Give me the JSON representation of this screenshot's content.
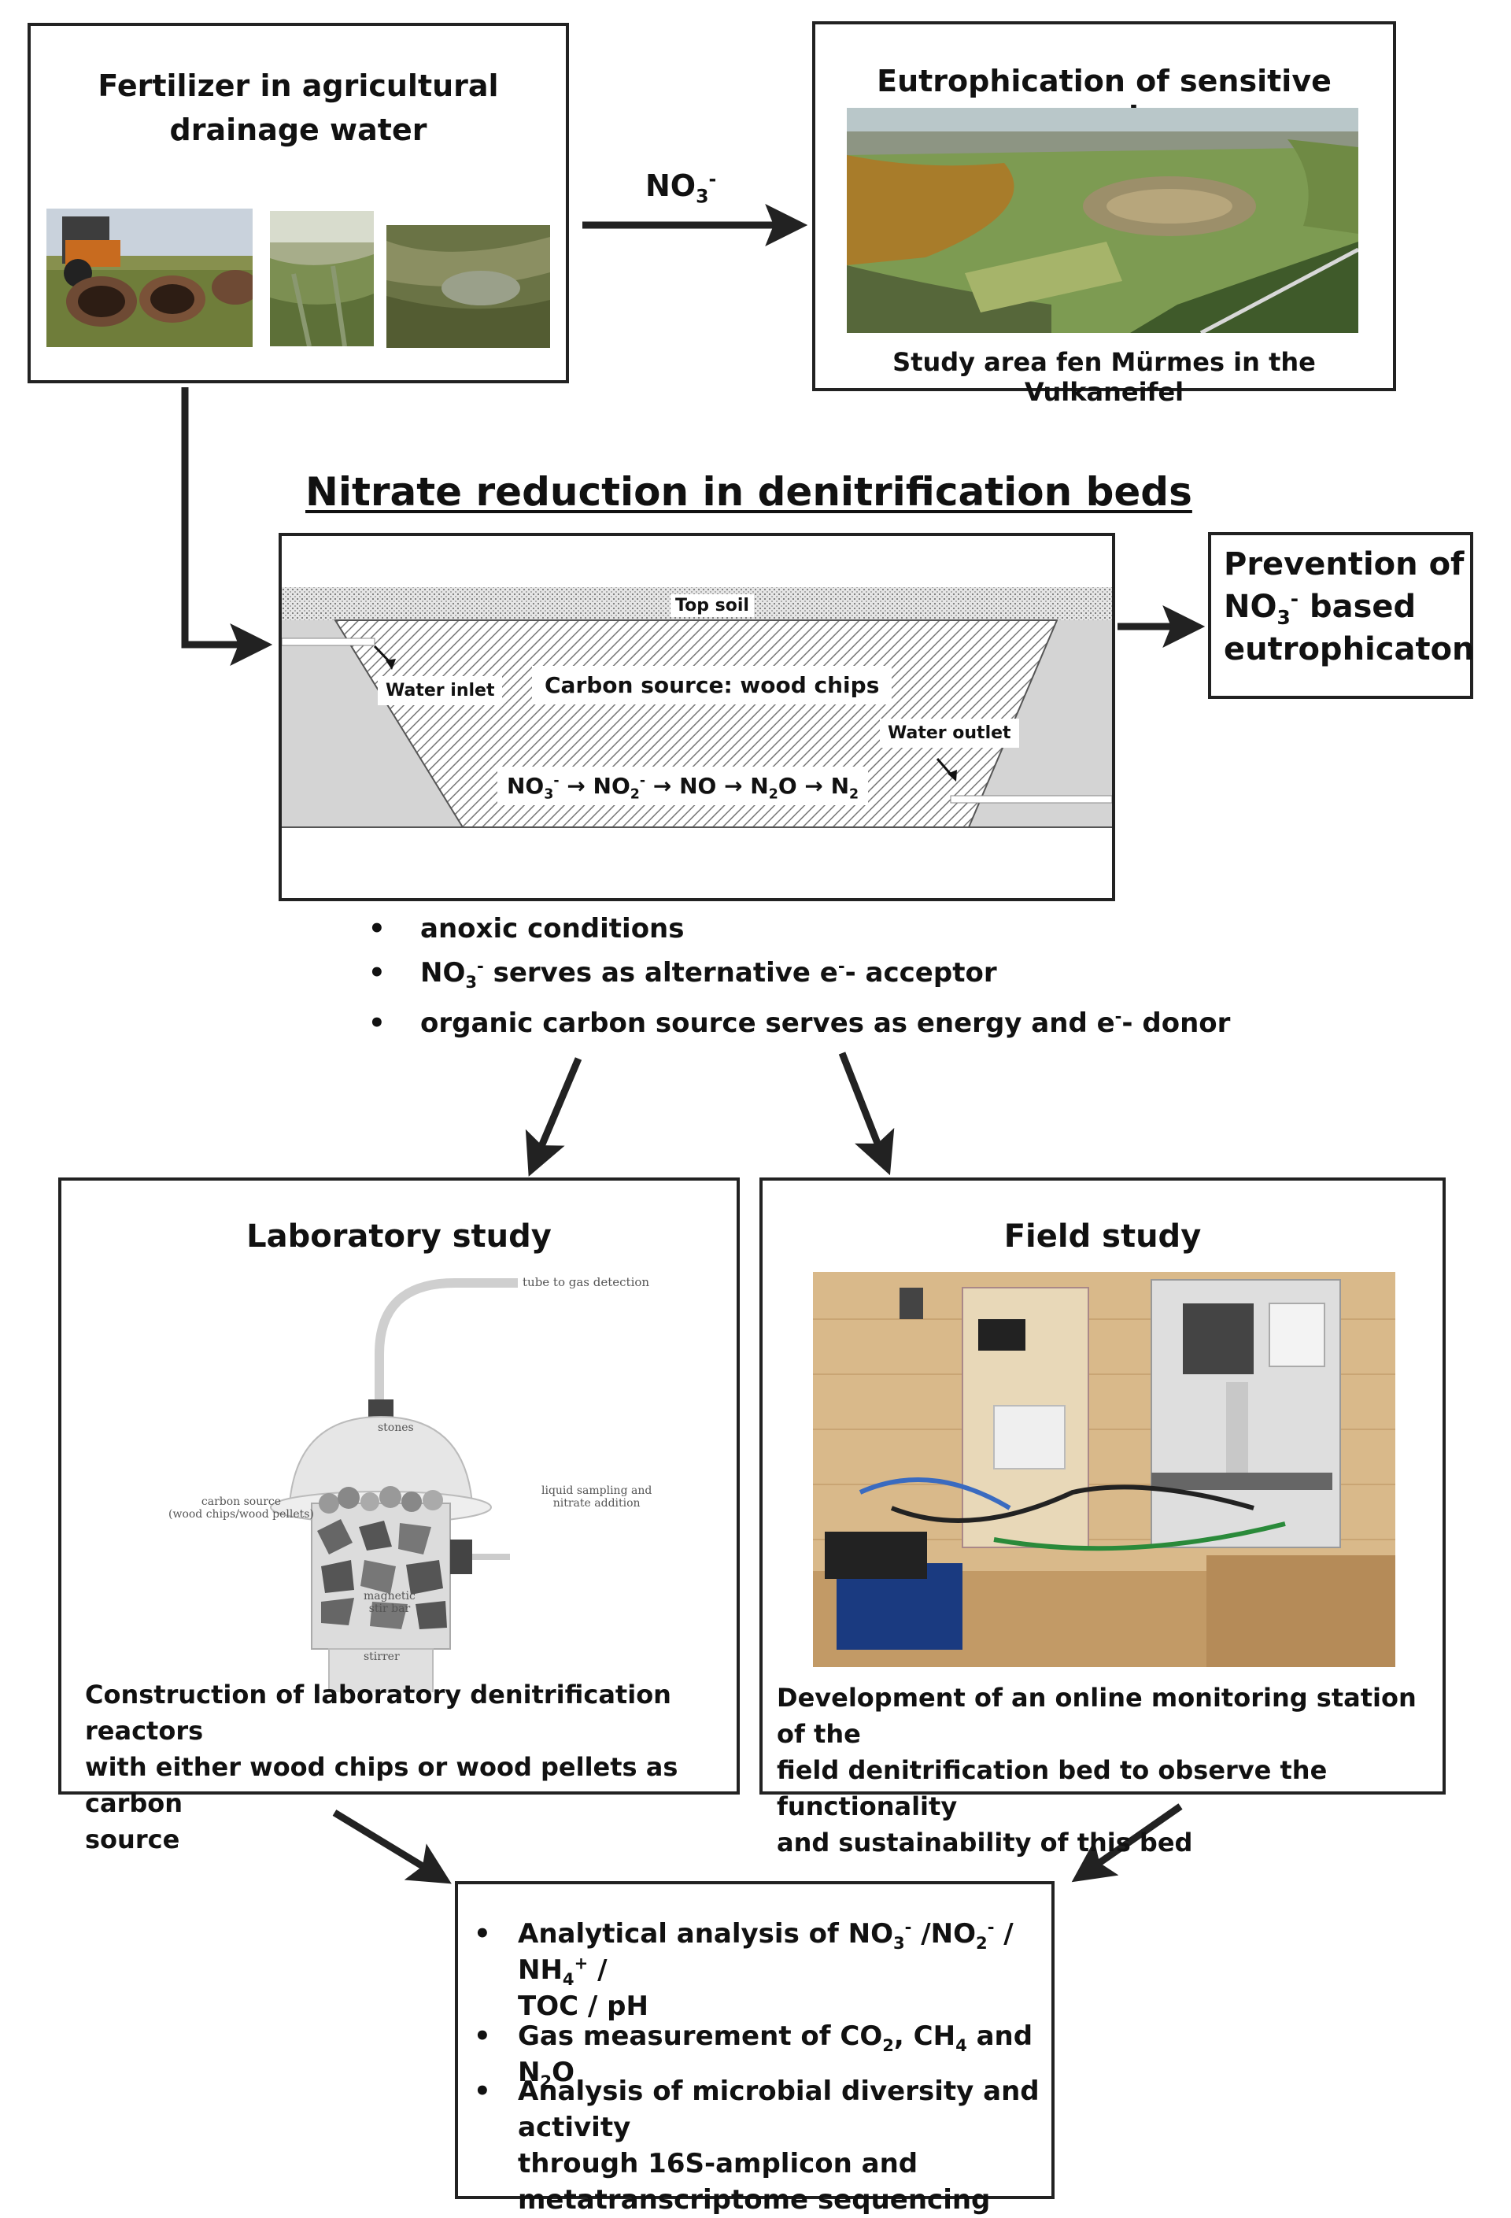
{
  "top_left": {
    "title_line1": "Fertilizer in agricultural",
    "title_line2": "drainage water"
  },
  "arrow_label": {
    "main": "NO",
    "sub": "3",
    "sup": "-"
  },
  "top_right": {
    "title": "Eutrophication of sensitive ecosystem",
    "caption": "Study area fen Mürmes in the Vulkaneifel"
  },
  "section_title": "Nitrate reduction in denitrification beds",
  "bed": {
    "top_soil": "Top soil",
    "water_inlet": "Water inlet",
    "carbon_source": "Carbon source: wood chips",
    "water_outlet": "Water outlet",
    "reaction": {
      "t1": "NO",
      "s1": "3",
      "u1": "-",
      "a1": "→",
      "t2": "NO",
      "s2": "2",
      "u2": "-",
      "a2": "→",
      "t3": "NO",
      "a3": "→",
      "t4": "N",
      "s4": "2",
      "t4b": "O",
      "a4": "→",
      "t5": "N",
      "s5": "2"
    }
  },
  "prevention": {
    "line1": "Prevention of",
    "line2_main": "NO",
    "line2_sub": "3",
    "line2_sup": "-",
    "line2_rest": " based",
    "line3": "eutrophicaton"
  },
  "conditions": {
    "b1": "anoxic conditions",
    "b2": {
      "main": "NO",
      "sub": "3",
      "sup": "-",
      "rest": " serves as alternative e",
      "sup2": "-",
      "rest2": "- acceptor"
    },
    "b3": {
      "text": "organic carbon source serves as energy and e",
      "sup": "-",
      "rest": "- donor"
    }
  },
  "lab": {
    "title": "Laboratory study",
    "labels": {
      "tube": "tube to gas detection",
      "stones": "stones",
      "carbon1": "carbon source",
      "carbon2": "(wood chips/wood pellets)",
      "liquid1": "liquid sampling and",
      "liquid2": "nitrate addition",
      "magnetic1": "magnetic",
      "magnetic2": "stir bar",
      "stirrer": "stirrer"
    },
    "caption_line1": "Construction of laboratory denitrification reactors",
    "caption_line2": "with either wood chips or wood pellets as carbon",
    "caption_line3": "source"
  },
  "field": {
    "title": "Field study",
    "caption_line1": "Development of an online monitoring station of the",
    "caption_line2": "field denitrification bed to observe the functionality",
    "caption_line3": "and sustainability of this bed"
  },
  "analysis": {
    "i1": {
      "t1": "Analytical analysis of NO",
      "s1": "3",
      "u1": "-",
      "t2": " /NO",
      "s2": "2",
      "u2": "-",
      "t3": " / NH",
      "s3": "4",
      "u3": "+",
      "t4": " /",
      "line2": "TOC / pH"
    },
    "i2": {
      "t1": "Gas measurement of CO",
      "s1": "2",
      "t2": ", CH",
      "s2": "4",
      "t3": " and N",
      "s3": "2",
      "t4": "O"
    },
    "i3": {
      "line1": "Analysis of microbial diversity and activity",
      "line2": "through 16S-amplicon and",
      "line3": "metatranscriptome sequencing"
    }
  },
  "bullet": "•"
}
